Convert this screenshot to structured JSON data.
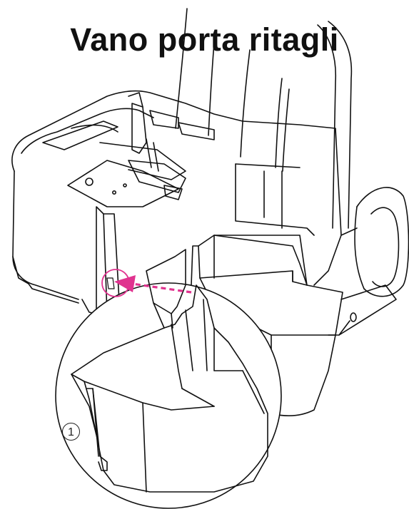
{
  "title": "Vano porta ritagli",
  "callout_number": "1",
  "icons": [
    "sewing-machine-illustration",
    "trim-trap-illustration",
    "magnifier-circle",
    "dashed-arrow"
  ],
  "colors": {
    "line": "#111111",
    "arrow": "#e0338f",
    "background": "#ffffff"
  }
}
